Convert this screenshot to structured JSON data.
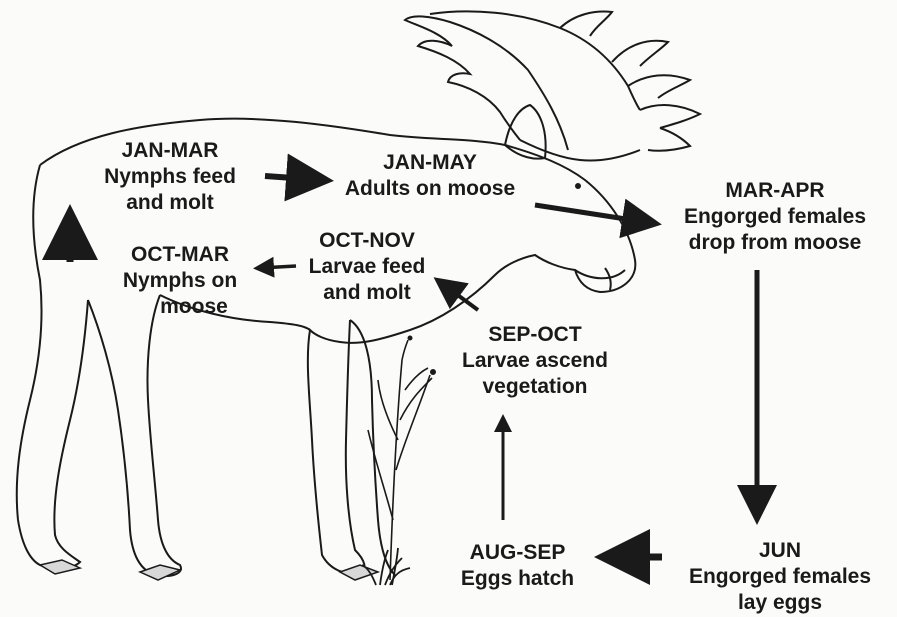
{
  "stages": {
    "jan_mar": {
      "period": "JAN-MAR",
      "line1": "Nymphs feed",
      "line2": "and molt"
    },
    "jan_may": {
      "period": "JAN-MAY",
      "line1": "Adults on moose"
    },
    "mar_apr": {
      "period": "MAR-APR",
      "line1": "Engorged females",
      "line2": "drop from moose"
    },
    "oct_mar": {
      "period": "OCT-MAR",
      "line1": "Nymphs on",
      "line2": "moose"
    },
    "oct_nov": {
      "period": "OCT-NOV",
      "line1": "Larvae feed",
      "line2": "and molt"
    },
    "sep_oct": {
      "period": "SEP-OCT",
      "line1": "Larvae ascend",
      "line2": "vegetation"
    },
    "aug_sep": {
      "period": "AUG-SEP",
      "line1": "Eggs hatch"
    },
    "jun": {
      "period": "JUN",
      "line1": "Engorged females",
      "line2": "lay eggs"
    }
  },
  "colors": {
    "ink": "#1a1a1a",
    "background": "#fbfbfa"
  },
  "icons": [
    "moose-illustration",
    "sapling-illustration",
    "grass-tuft-illustration"
  ]
}
